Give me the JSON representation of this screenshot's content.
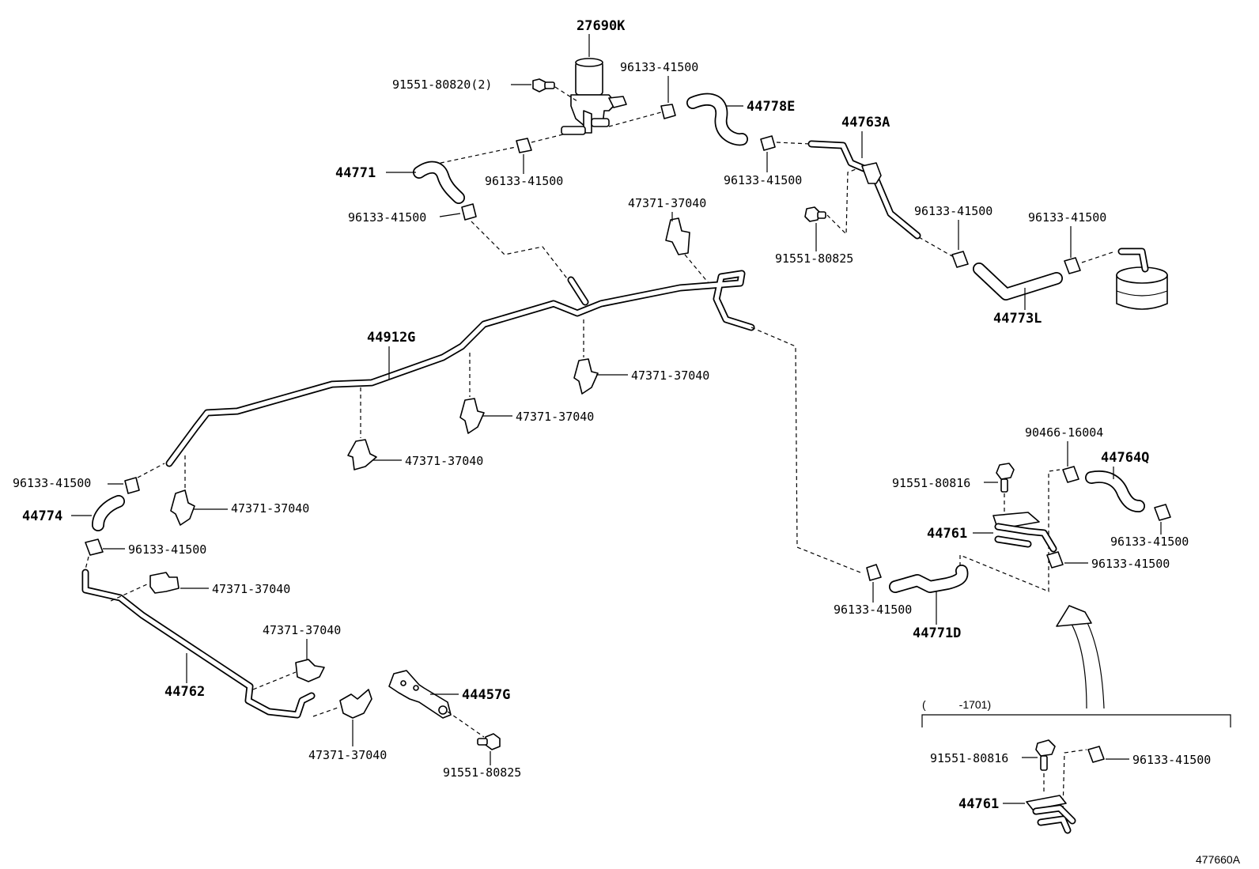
{
  "labels": {
    "p27690k": "27690K",
    "p91551_80820": "91551-80820(2)",
    "c_top1": "96133-41500",
    "c_top2": "96133-41500",
    "c_e1": "96133-41500",
    "c_l1": "96133-41500",
    "c_r1": "96133-41500",
    "c_r2": "96133-41500",
    "c_left1": "96133-41500",
    "c_left2": "96133-41500",
    "c_d1": "96133-41500",
    "c_q1": "96133-41500",
    "c_s1": "96133-41500",
    "c_inset": "96133-41500",
    "p44778e": "44778E",
    "p44763a": "44763A",
    "p44771": "44771",
    "b_91551_80825a": "91551-80825",
    "b_91551_80825b": "91551-80825",
    "p44773l": "44773L",
    "p44912g": "44912G",
    "k1": "47371-37040",
    "k2": "47371-37040",
    "k3": "47371-37040",
    "k4": "47371-37040",
    "k5": "47371-37040",
    "k6": "47371-37040",
    "k7": "47371-37040",
    "k8": "47371-37040",
    "p44774": "44774",
    "p44762": "44762",
    "p44457g": "44457G",
    "p90466": "90466-16004",
    "p44764q": "44764Q",
    "b_91551_80816a": "91551-80816",
    "b_91551_80816b": "91551-80816",
    "p44761a": "44761",
    "p44761b": "44761",
    "p44771d": "44771D",
    "inset_range": "(　　　-1701)",
    "figure_id": "477660A"
  }
}
